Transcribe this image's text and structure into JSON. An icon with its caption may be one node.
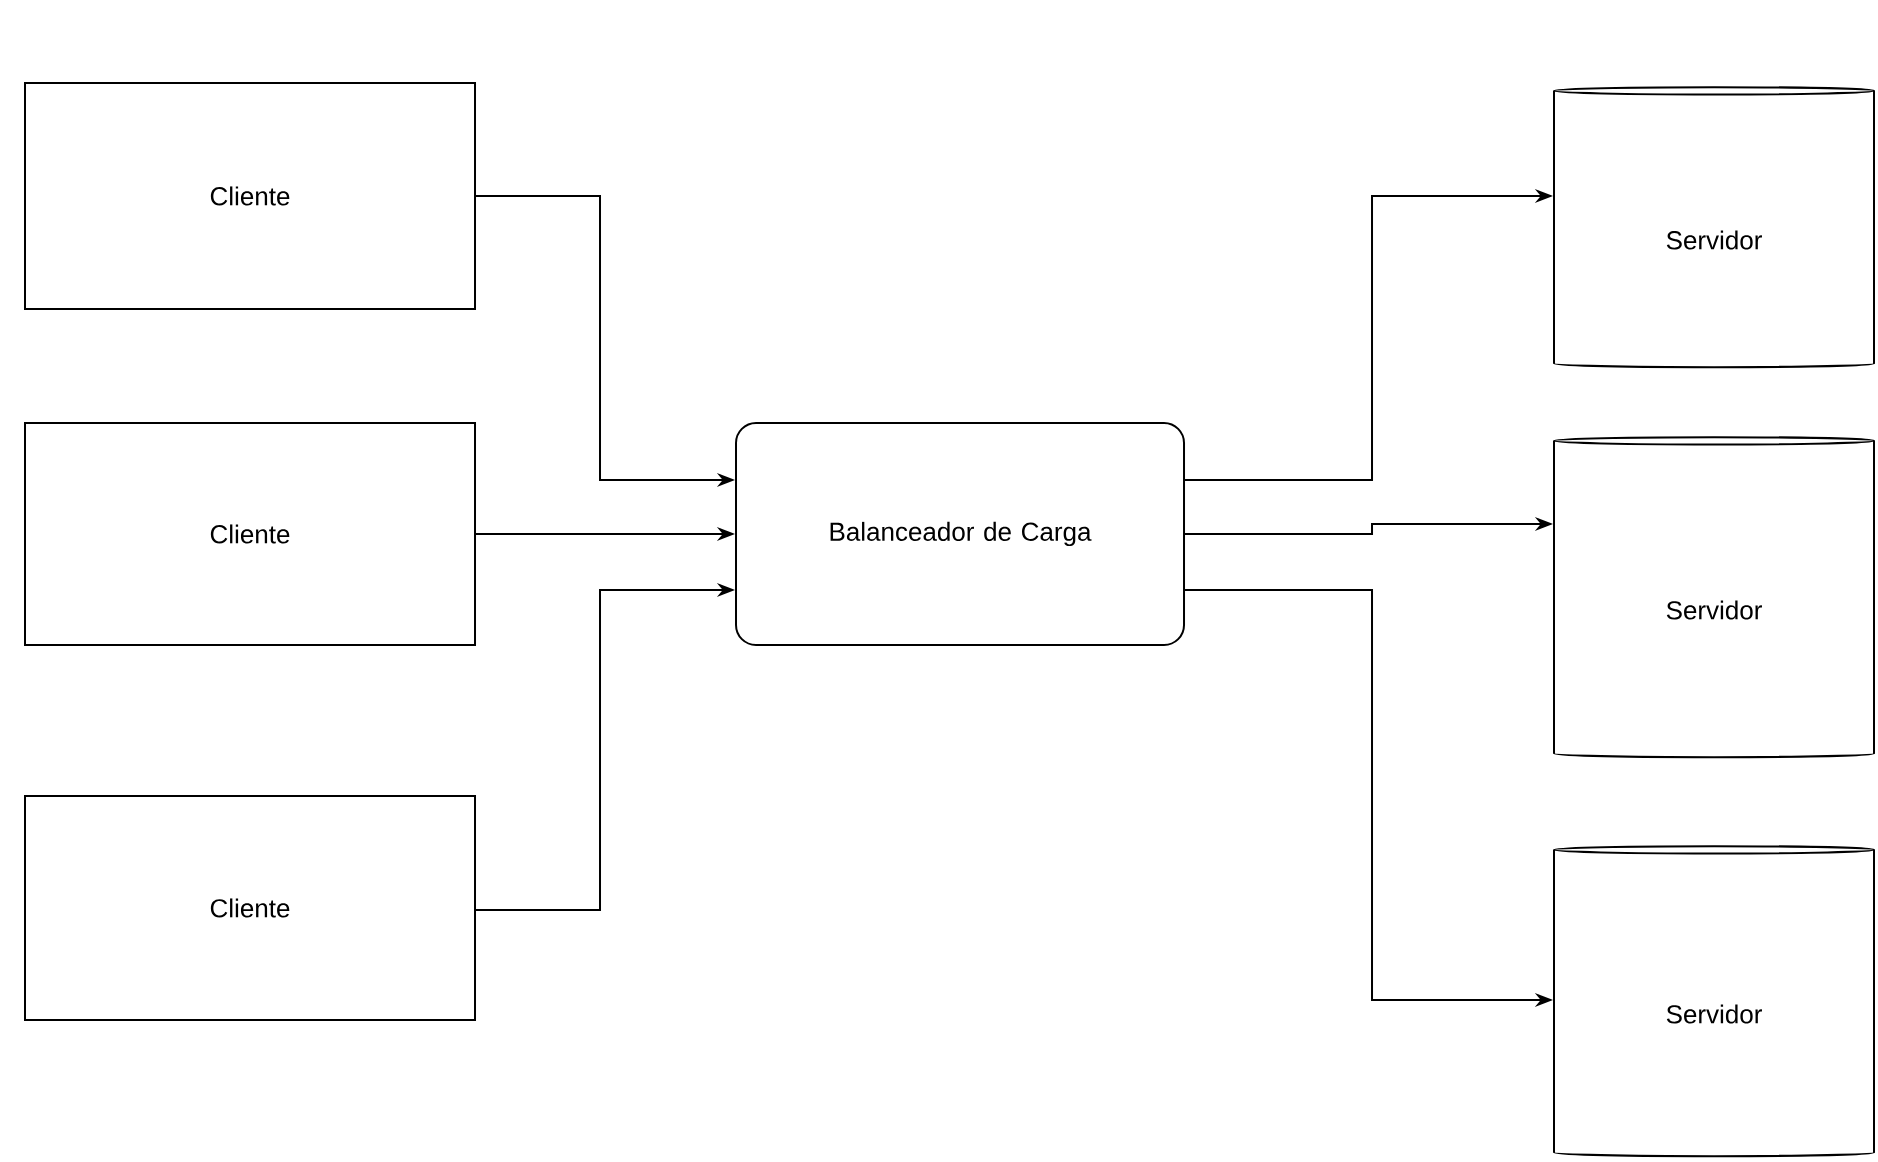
{
  "diagram": {
    "nodes": [
      {
        "text": [
          "Cliente"
        ]
      },
      {
        "text": [
          "Cliente"
        ]
      },
      {
        "text": [
          "Cliente"
        ]
      },
      {
        "text": [
          "Balanceador de Carga"
        ]
      },
      {
        "text": [
          "Servidor"
        ]
      },
      {
        "text": [
          "Servidor"
        ]
      },
      {
        "text": [
          "Servidor"
        ]
      }
    ],
    "edges": [
      {
        "from": 0,
        "to": 3,
        "arrow": "to"
      },
      {
        "from": 1,
        "to": 3,
        "arrow": "to"
      },
      {
        "from": 2,
        "to": 3,
        "arrow": "to"
      },
      {
        "from": 3,
        "to": 4,
        "arrow": "to"
      },
      {
        "from": 3,
        "to": 5,
        "arrow": "to"
      },
      {
        "from": 3,
        "to": 6,
        "arrow": "to"
      }
    ]
  }
}
